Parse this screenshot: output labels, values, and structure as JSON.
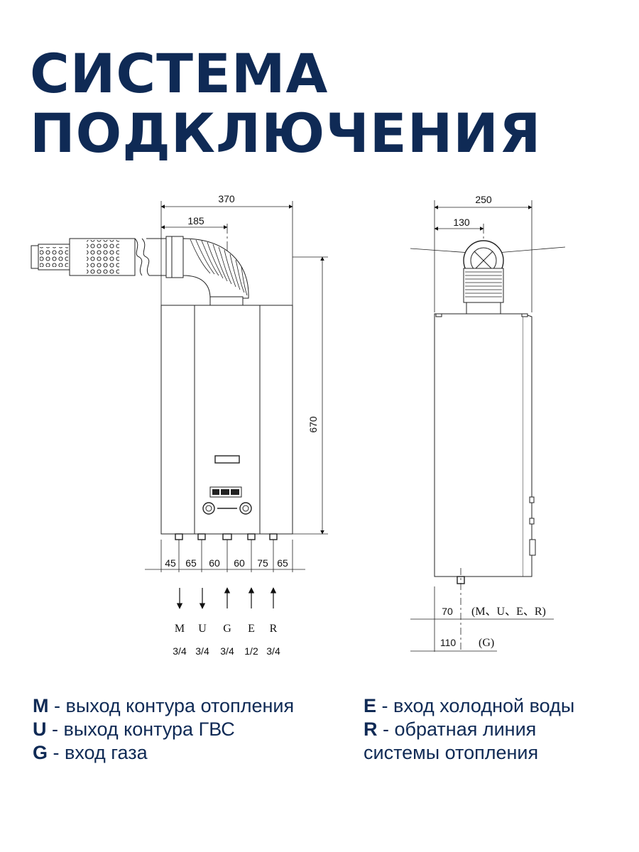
{
  "title": {
    "line1": "СИСТЕМА",
    "line2": "ПОДКЛЮЧЕНИЯ"
  },
  "front_view": {
    "dim_width": "370",
    "dim_flue_offset": "185",
    "dim_height": "670",
    "spacing": [
      "45",
      "65",
      "60",
      "60",
      "75",
      "65"
    ],
    "connections": [
      {
        "letter": "M",
        "size": "3/4",
        "arrow": "down"
      },
      {
        "letter": "U",
        "size": "3/4",
        "arrow": "down"
      },
      {
        "letter": "G",
        "size": "3/4",
        "arrow": "up"
      },
      {
        "letter": "E",
        "size": "1/2",
        "arrow": "up"
      },
      {
        "letter": "R",
        "size": "3/4",
        "arrow": "up"
      }
    ]
  },
  "side_view": {
    "dim_depth": "250",
    "dim_flue_offset": "130",
    "dim_70": "70",
    "dim_110": "110",
    "label_70": "(M、U、E、R)",
    "label_110": "(G)"
  },
  "legend": {
    "left": [
      {
        "key": "M",
        "sep": " - ",
        "text": "выход контура отопления"
      },
      {
        "key": "U",
        "sep": " - ",
        "text": "выход контура ГВС"
      },
      {
        "key": "G",
        "sep": " - ",
        "text": "вход газа"
      }
    ],
    "right": [
      {
        "key": "E",
        "sep": " - ",
        "text": "вход холодной воды"
      },
      {
        "key": "R",
        "sep": " - ",
        "text": "обратная линия"
      },
      {
        "key": "",
        "sep": "",
        "text": "системы отопления"
      }
    ]
  },
  "colors": {
    "title": "#0f2a55",
    "line": "#222222"
  }
}
